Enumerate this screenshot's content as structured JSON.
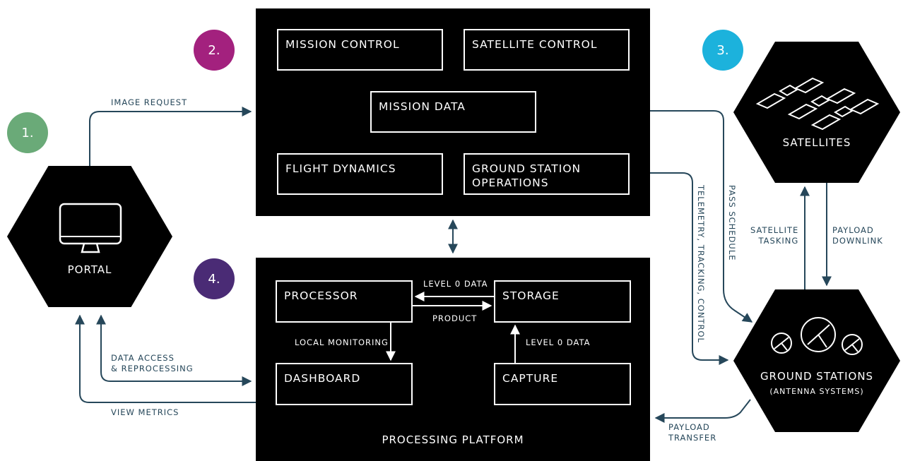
{
  "steps": [
    {
      "label": "1.",
      "color": "#6aaa78"
    },
    {
      "label": "2.",
      "color": "#a3217e"
    },
    {
      "label": "3.",
      "color": "#1cb2dc"
    },
    {
      "label": "4.",
      "color": "#4a2b75"
    }
  ],
  "portal": {
    "label": "PORTAL",
    "icon": "monitor-icon"
  },
  "mission_panel": {
    "boxes": {
      "mission_control": "MISSION CONTROL",
      "satellite_control": "SATELLITE CONTROL",
      "mission_data": "MISSION DATA",
      "flight_dynamics": "FLIGHT DYNAMICS",
      "ground_station_ops_line1": "GROUND STATION",
      "ground_station_ops_line2": "OPERATIONS"
    }
  },
  "processing_panel": {
    "title": "PROCESSING PLATFORM",
    "boxes": {
      "processor": "PROCESSOR",
      "storage": "STORAGE",
      "dashboard": "DASHBOARD",
      "capture": "CAPTURE"
    },
    "labels": {
      "level0_top": "LEVEL 0 DATA",
      "product": "PRODUCT",
      "local_monitoring": "LOCAL MONITORING",
      "level0_right": "LEVEL 0 DATA"
    }
  },
  "satellites": {
    "label": "SATELLITES",
    "icon": "satellite-icon"
  },
  "ground_stations": {
    "label": "GROUND STATIONS",
    "sublabel": "(ANTENNA SYSTEMS)",
    "icon": "antenna-dish-icon"
  },
  "connectors": {
    "image_request": "IMAGE REQUEST",
    "data_access_1": "DATA ACCESS",
    "data_access_2": "& REPROCESSING",
    "view_metrics": "VIEW METRICS",
    "telemetry": "TELEMETRY, TRACKING, CONTROL",
    "pass_schedule": "PASS SCHEDULE",
    "satellite_tasking_1": "SATELLITE",
    "satellite_tasking_2": "TASKING",
    "payload_downlink_1": "PAYLOAD",
    "payload_downlink_2": "DOWNLINK",
    "payload_transfer_1": "PAYLOAD",
    "payload_transfer_2": "TRANSFER"
  },
  "colors": {
    "line": "#26475a",
    "panel": "#000000"
  }
}
